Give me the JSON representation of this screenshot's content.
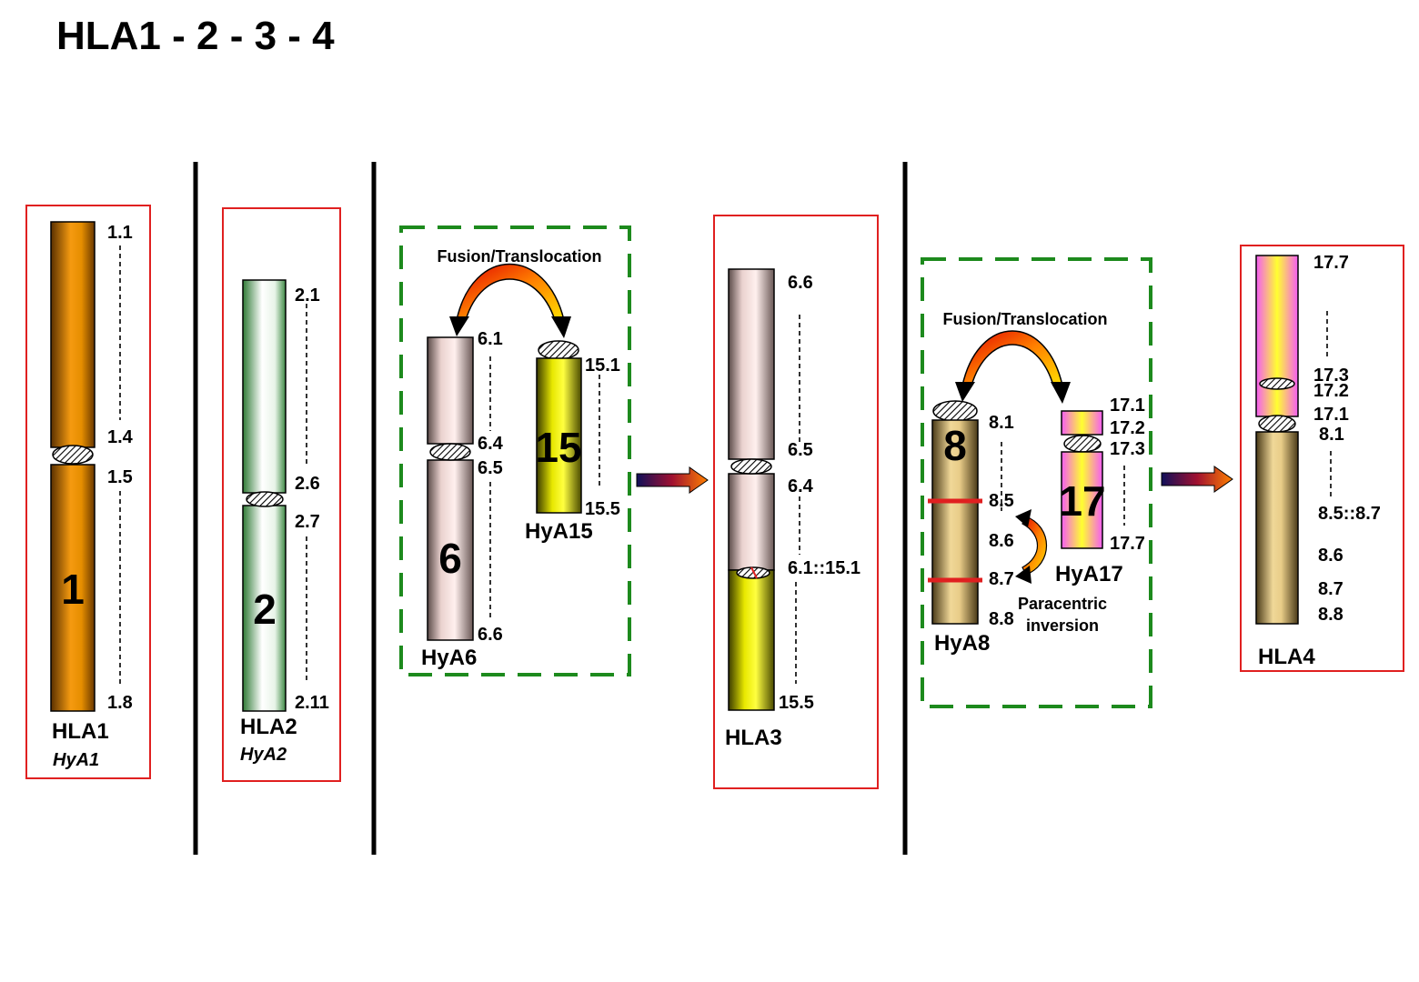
{
  "title": "HLA1 - 2 - 3 - 4",
  "hla1": {
    "number": "1",
    "name": "HLA1",
    "sub": "HyA1",
    "bands": [
      "1.1",
      "1.4",
      "1.5",
      "1.8"
    ]
  },
  "hla2": {
    "number": "2",
    "name": "HLA2",
    "sub": "HyA2",
    "bands": [
      "2.1",
      "2.6",
      "2.7",
      "2.11"
    ]
  },
  "fusion1": {
    "label": "Fusion/Translocation",
    "hya6": {
      "number": "6",
      "name": "HyA6",
      "bands": [
        "6.1",
        "6.4",
        "6.5",
        "6.6"
      ]
    },
    "hya15": {
      "number": "15",
      "name": "HyA15",
      "bands": [
        "15.1",
        "15.5"
      ]
    }
  },
  "hla3": {
    "name": "HLA3",
    "bands": [
      "6.6",
      "6.5",
      "6.4",
      "6.1::15.1",
      "15.5"
    ]
  },
  "fusion2": {
    "label": "Fusion/Translocation",
    "inversion_label": [
      "Paracentric",
      "inversion"
    ],
    "hya8": {
      "number": "8",
      "name": "HyA8",
      "bands": [
        "8.1",
        "8.5",
        "8.6",
        "8.7",
        "8.8"
      ]
    },
    "hya17": {
      "number": "17",
      "name": "HyA17",
      "bands": [
        "17.1",
        "17.2",
        "17.3",
        "17.7"
      ]
    }
  },
  "hla4": {
    "name": "HLA4",
    "bands": [
      "17.7",
      "17.3",
      "17.2",
      "17.1",
      "8.1",
      "8.5::8.7",
      "8.6",
      "8.7",
      "8.8"
    ]
  },
  "colors": {
    "orange": "#e38a00",
    "green": "#4f9a55",
    "pink": "#ead2cf",
    "yellow": "#e8e800",
    "tan": "#c8a868",
    "magenta": "#f45cf4",
    "box_red": "#e02020",
    "box_green": "#1d8a1d",
    "marker_red": "#e02020"
  }
}
